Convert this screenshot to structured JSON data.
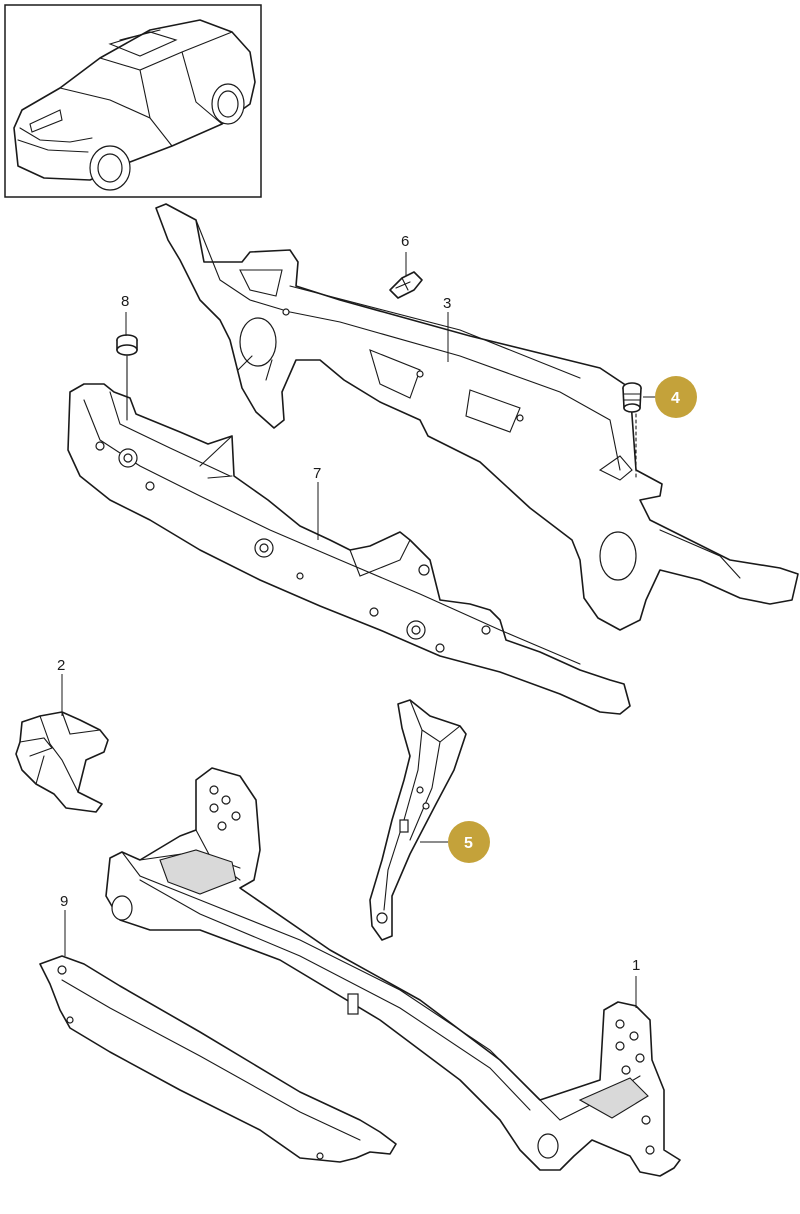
{
  "diagram": {
    "callouts": [
      {
        "id": "1",
        "label": "1",
        "highlighted": false
      },
      {
        "id": "2",
        "label": "2",
        "highlighted": false
      },
      {
        "id": "3",
        "label": "3",
        "highlighted": false
      },
      {
        "id": "4",
        "label": "4",
        "highlighted": true
      },
      {
        "id": "5",
        "label": "5",
        "highlighted": true
      },
      {
        "id": "6",
        "label": "6",
        "highlighted": false
      },
      {
        "id": "7",
        "label": "7",
        "highlighted": false
      },
      {
        "id": "8",
        "label": "8",
        "highlighted": false
      },
      {
        "id": "9",
        "label": "9",
        "highlighted": false
      }
    ],
    "colors": {
      "line": "#1a1a1a",
      "highlight_badge": "#c4a23a",
      "background": "#ffffff"
    }
  }
}
